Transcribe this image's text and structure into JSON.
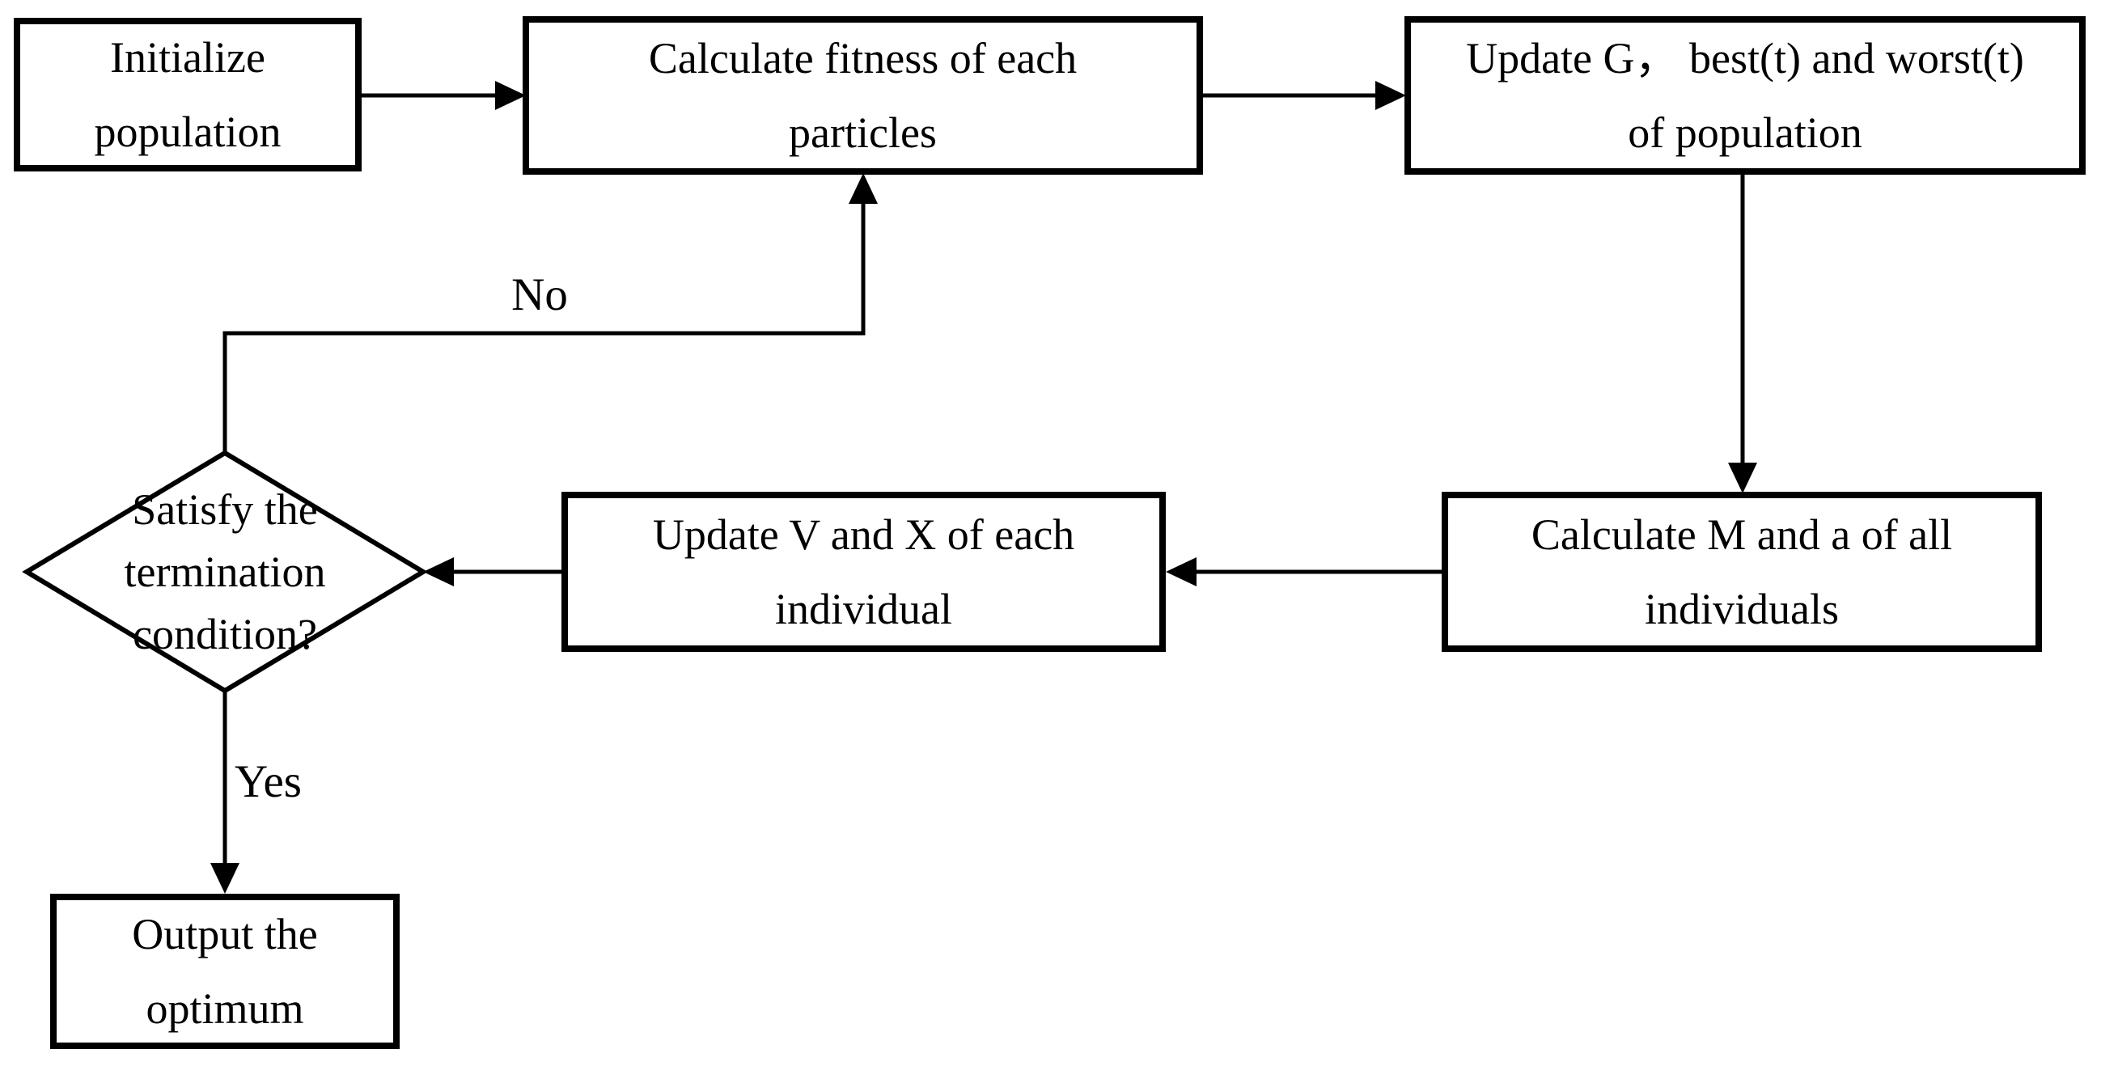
{
  "diagram": {
    "title": "Flowchart of gravitational search optimization algorithm",
    "colors": {
      "background": "#ffffff",
      "stroke": "#000000",
      "text": "#000000"
    },
    "nodes": {
      "init": {
        "shape": "rectangle",
        "lines": [
          "Initialize",
          "population"
        ]
      },
      "fitness": {
        "shape": "rectangle",
        "lines": [
          "Calculate fitness of each",
          "particles"
        ]
      },
      "update_g": {
        "shape": "rectangle",
        "lines": [
          "Update G， best(t) and worst(t)",
          "of population"
        ]
      },
      "calc_ma": {
        "shape": "rectangle",
        "lines": [
          "Calculate M and a of all",
          "individuals"
        ]
      },
      "update_vx": {
        "shape": "rectangle",
        "lines": [
          "Update V and X of each",
          "individual"
        ]
      },
      "decision": {
        "shape": "diamond",
        "lines": [
          "Satisfy the",
          "termination",
          "condition?"
        ]
      },
      "output": {
        "shape": "rectangle",
        "lines": [
          "Output the",
          "optimum"
        ]
      }
    },
    "edge_labels": {
      "no": "No",
      "yes": "Yes"
    },
    "edges": [
      {
        "from": "init",
        "to": "fitness"
      },
      {
        "from": "fitness",
        "to": "update_g"
      },
      {
        "from": "update_g",
        "to": "calc_ma"
      },
      {
        "from": "calc_ma",
        "to": "update_vx"
      },
      {
        "from": "update_vx",
        "to": "decision"
      },
      {
        "from": "decision",
        "to": "output",
        "label": "Yes"
      },
      {
        "from": "decision",
        "to": "fitness",
        "label": "No"
      }
    ]
  }
}
